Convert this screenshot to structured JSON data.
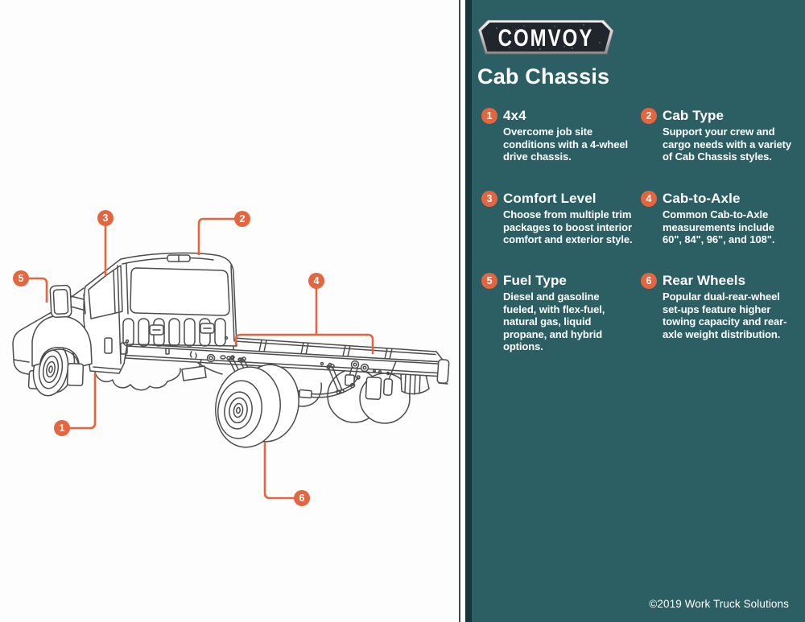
{
  "panel": {
    "logo_text": "COMVOY",
    "title": "Cab Chassis",
    "items": [
      {
        "number": "1",
        "title": "4x4",
        "description": "Overcome job site conditions with a 4-wheel drive chassis."
      },
      {
        "number": "2",
        "title": "Cab Type",
        "description": "Support your crew and cargo needs with a variety of Cab Chassis styles."
      },
      {
        "number": "3",
        "title": "Comfort Level",
        "description": "Choose from multiple trim packages to boost interior comfort and exterior style."
      },
      {
        "number": "4",
        "title": "Cab-to-Axle",
        "description": "Common Cab-to-Axle measurements include 60\", 84\", 96\", and 108\"."
      },
      {
        "number": "5",
        "title": "Fuel Type",
        "description": "Diesel and gasoline fueled, with flex-fuel, natural gas, liquid propane, and hybrid options."
      },
      {
        "number": "6",
        "title": "Rear Wheels",
        "description": "Popular dual-rear-wheel set-ups feature higher towing capacity and rear-axle weight distribution."
      }
    ],
    "copyright": "©2019 Work Truck Solutions"
  },
  "diagram": {
    "callouts": [
      {
        "number": "1"
      },
      {
        "number": "2"
      },
      {
        "number": "3"
      },
      {
        "number": "4"
      },
      {
        "number": "5"
      },
      {
        "number": "6"
      }
    ]
  },
  "colors": {
    "accent_orange": "#E5653E",
    "panel_teal": "#2B5F63",
    "panel_edge_dark": "#16343A",
    "line_art": "#4C4C4C"
  }
}
